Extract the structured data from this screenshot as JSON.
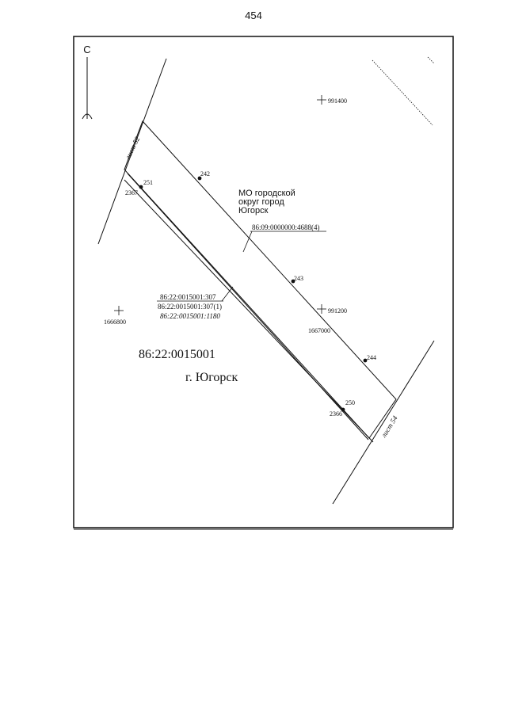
{
  "page_number": "454",
  "north_arrow": {
    "letter": "С"
  },
  "sheets": {
    "sheet_52": "лист 52",
    "sheet_54": "лист 54"
  },
  "grid_marks": {
    "top_right": "991400",
    "left": "1666800",
    "center_y": "991200",
    "center_x": "1667000"
  },
  "points": {
    "p242": "242",
    "p243": "243",
    "p244": "244",
    "p251": "251",
    "p2367": "2367",
    "p250": "250",
    "p2366": "2366"
  },
  "municipality": {
    "line1": "МО городской",
    "line2": "округ город",
    "line3": "Югорск",
    "cadastral": "86:09:0000000:4688(4)"
  },
  "parcel_labels": {
    "line1": "86:22:0015001:307",
    "line2": "86:22:0015001:307(1)",
    "line3": "86:22:0015001:1180"
  },
  "quarter": "86:22:0015001",
  "city": "г. Югорск",
  "colors": {
    "ink": "#111111",
    "background": "#ffffff"
  }
}
